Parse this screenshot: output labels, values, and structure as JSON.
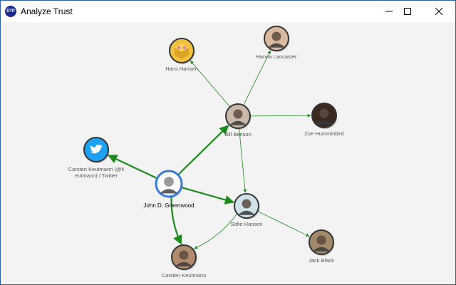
{
  "window": {
    "title": "Analyze Trust",
    "app_icon_text": "DTP",
    "controls": {
      "minimize": "minimize",
      "maximize": "maximize",
      "close": "close"
    }
  },
  "colors": {
    "edge": "#1e8a1e",
    "node_border": "#333333",
    "selected_border": "#3a7bd5",
    "twitter": "#1da1f2",
    "background": "#f3f3f3"
  },
  "graph": {
    "nodes": [
      {
        "id": "john",
        "label": "John D. Greenwood",
        "selected": true,
        "avatar": "person-avatar"
      },
      {
        "id": "bill",
        "label": "Bill Benson",
        "avatar": "person-avatar"
      },
      {
        "id": "hans",
        "label": "Hans Hansen",
        "avatar": "cube-avatar"
      },
      {
        "id": "hanna",
        "label": "Hanna Lancaster",
        "avatar": "person-avatar"
      },
      {
        "id": "zoe",
        "label": "Zoe Humminbird",
        "avatar": "person-avatar"
      },
      {
        "id": "twitter",
        "label": "Carsten Keutmann (@keutmann) / Twitter",
        "label_lines": [
          "Carsten Keutmann (@k",
          "eutmann) / Twitter"
        ],
        "avatar": "twitter-icon"
      },
      {
        "id": "sofie",
        "label": "Sofie Hansen",
        "avatar": "person-avatar"
      },
      {
        "id": "jack",
        "label": "Jack Black",
        "avatar": "person-avatar"
      },
      {
        "id": "carsten",
        "label": "Carsten Keutmann",
        "avatar": "person-avatar"
      }
    ],
    "edges": [
      {
        "from": "john",
        "to": "bill"
      },
      {
        "from": "john",
        "to": "twitter"
      },
      {
        "from": "john",
        "to": "sofie"
      },
      {
        "from": "john",
        "to": "carsten"
      },
      {
        "from": "bill",
        "to": "hans"
      },
      {
        "from": "bill",
        "to": "hanna"
      },
      {
        "from": "bill",
        "to": "zoe"
      },
      {
        "from": "bill",
        "to": "sofie"
      },
      {
        "from": "sofie",
        "to": "jack"
      },
      {
        "from": "sofie",
        "to": "carsten"
      }
    ]
  }
}
